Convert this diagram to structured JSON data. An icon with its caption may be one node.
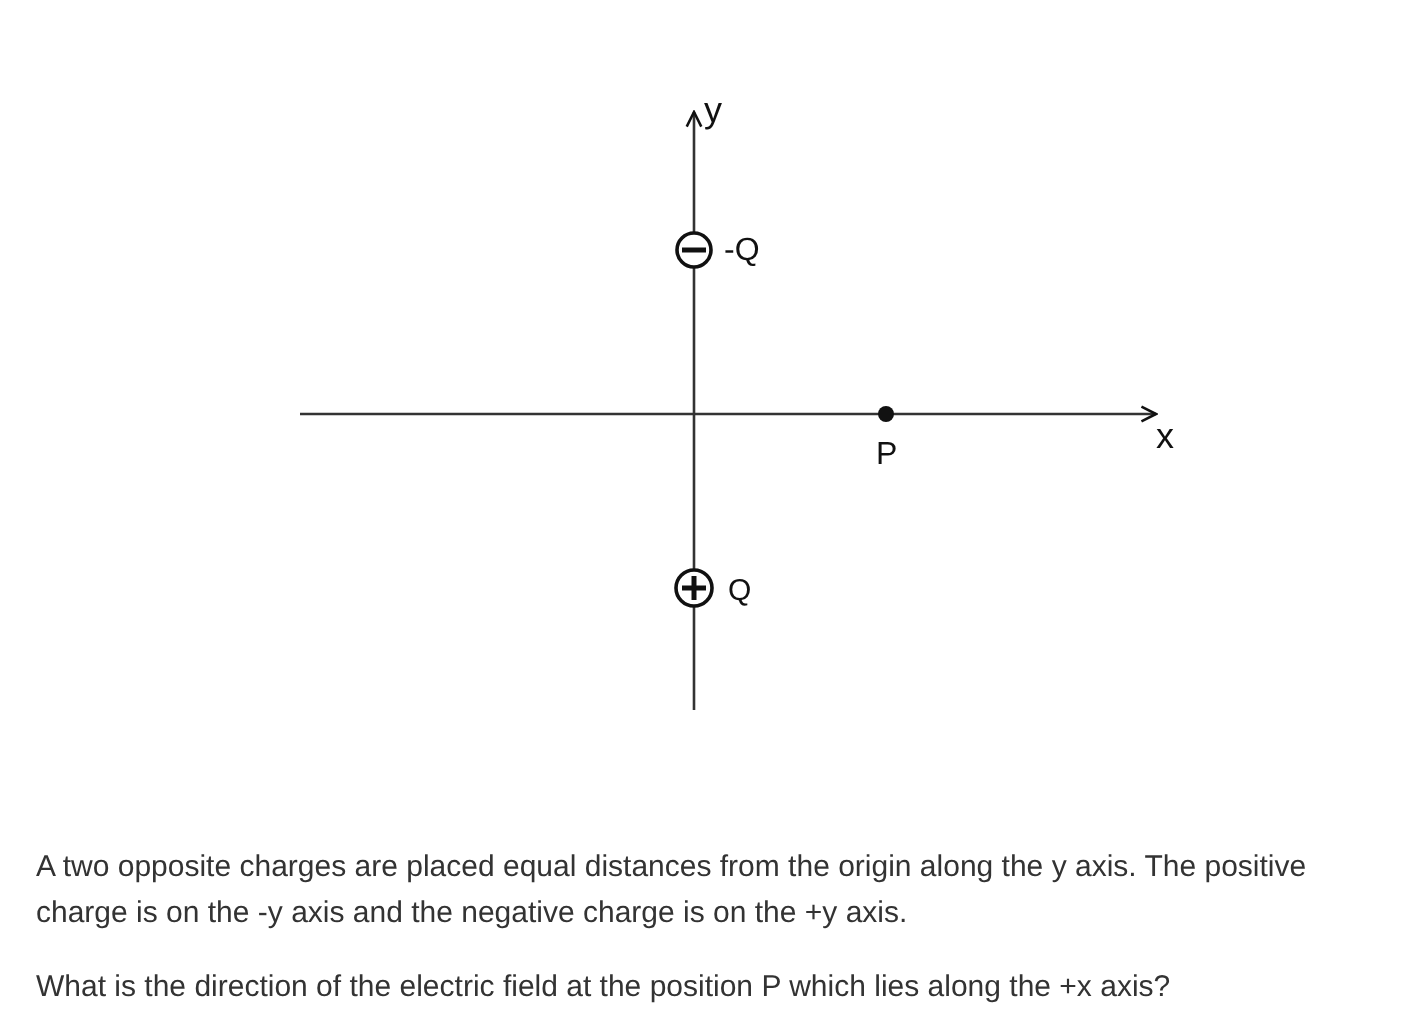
{
  "diagram": {
    "labels": [
      "y",
      "-Q",
      "x",
      "P",
      "Q",
      "A two opposite charges are placed equal distances from the origin along the y axis. The positive charge is on the -y axis and the negative charge is on the +y axis.",
      "What is the direction of the electric field at the position P which lies along the +x axis?"
    ]
  }
}
